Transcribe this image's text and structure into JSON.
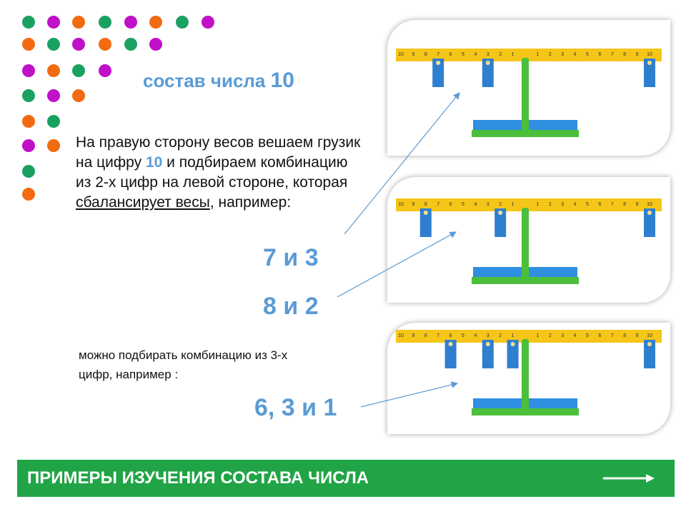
{
  "colors": {
    "green": "#1aa162",
    "purple": "#c010c8",
    "orange": "#f26b10",
    "accent": "#5b9bd5",
    "banner": "#21a446"
  },
  "dot_rows": [
    [
      "green",
      "purple",
      "orange",
      "green",
      "purple",
      "orange",
      "green",
      "purple"
    ],
    [
      "orange",
      "green",
      "purple",
      "orange",
      "green",
      "purple"
    ],
    [
      "purple",
      "orange",
      "green",
      "purple"
    ],
    [
      "green",
      "purple",
      "orange"
    ],
    [
      "orange",
      "green"
    ],
    [
      "purple",
      "orange"
    ],
    [
      "green"
    ],
    [
      "orange"
    ]
  ],
  "title": {
    "text": "состав числа ",
    "number": "10"
  },
  "paragraph": {
    "p1": "На правую сторону весов вешаем грузик на цифру ",
    "num": "10",
    "p2": " и подбираем комбинацию из 2-х цифр на левой стороне, которая ",
    "underlined": "сбалансирует весы",
    "p3": ", например:"
  },
  "example1": "7 и 3",
  "example2": "8 и 2",
  "paragraph2": "можно подбирать комбинацию из 3-х цифр, например :",
  "example3": "6, 3 и 1",
  "scale_labels": [
    "10",
    "9",
    "8",
    "7",
    "6",
    "5",
    "4",
    "3",
    "2",
    "1",
    "1",
    "2",
    "3",
    "4",
    "5",
    "6",
    "7",
    "8",
    "9",
    "10"
  ],
  "scales": [
    {
      "left_weights": [
        7,
        3
      ],
      "right_weights": [
        10
      ]
    },
    {
      "left_weights": [
        8,
        2
      ],
      "right_weights": [
        10
      ]
    },
    {
      "left_weights": [
        6,
        3,
        1
      ],
      "right_weights": [
        10
      ]
    }
  ],
  "banner": {
    "text": "ПРИМЕРЫ ИЗУЧЕНИЯ СОСТАВА ЧИСЛА"
  }
}
